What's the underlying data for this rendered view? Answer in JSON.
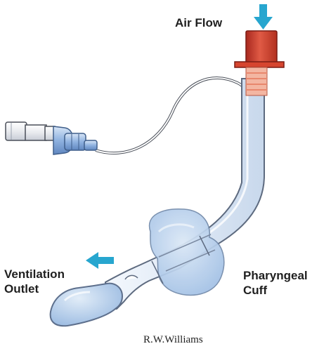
{
  "labels": {
    "air_flow": "Air Flow",
    "ventilation_outlet": [
      "Ventilation",
      "Outlet"
    ],
    "pharyngeal_cuff": [
      "Pharyngeal",
      "Cuff"
    ]
  },
  "signature": "R.W.Williams",
  "colors": {
    "arrow": "#27a6cf",
    "connector": "#cc3b2c",
    "tube": "#e6eef8",
    "tube_outline": "#5d6a7f",
    "cuff": "#a9c6e8",
    "pilot_valve": "#8fb2e0",
    "text": "#1f1f1f"
  }
}
